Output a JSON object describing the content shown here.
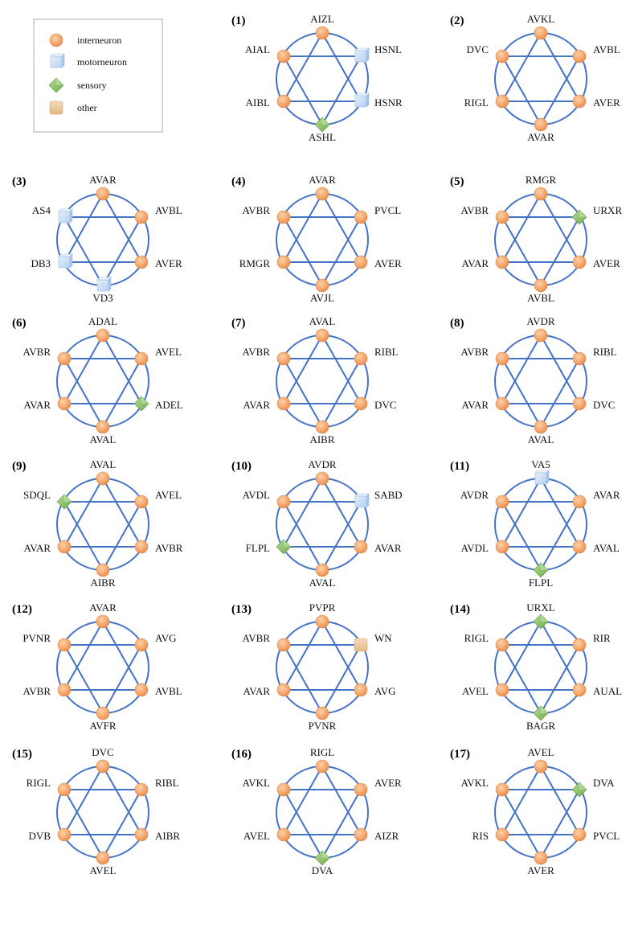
{
  "legend": [
    {
      "type": "interneuron",
      "label": "interneuron"
    },
    {
      "type": "motorneuron",
      "label": "motorneuron"
    },
    {
      "type": "sensory",
      "label": "sensory"
    },
    {
      "type": "other",
      "label": "other"
    }
  ],
  "colors": {
    "edge": "#4472C4",
    "legend_border": "#BBBBBB",
    "interneuron": "#F4A460",
    "motorneuron": "#BCD6F5",
    "sensory": "#8CC06A",
    "other": "#EDC9A0"
  },
  "panels": [
    {
      "number": "(1)",
      "nodes": [
        {
          "name": "AIZL",
          "type": "interneuron"
        },
        {
          "name": "HSNL",
          "type": "motorneuron"
        },
        {
          "name": "HSNR",
          "type": "motorneuron"
        },
        {
          "name": "ASHL",
          "type": "sensory"
        },
        {
          "name": "AIBL",
          "type": "interneuron"
        },
        {
          "name": "AIAL",
          "type": "interneuron"
        }
      ]
    },
    {
      "number": "(2)",
      "nodes": [
        {
          "name": "AVKL",
          "type": "interneuron"
        },
        {
          "name": "AVBL",
          "type": "interneuron"
        },
        {
          "name": "AVER",
          "type": "interneuron"
        },
        {
          "name": "AVAR",
          "type": "interneuron"
        },
        {
          "name": "RIGL",
          "type": "interneuron"
        },
        {
          "name": "DVC",
          "type": "interneuron"
        }
      ]
    },
    {
      "number": "(3)",
      "nodes": [
        {
          "name": "AVAR",
          "type": "interneuron"
        },
        {
          "name": "AVBL",
          "type": "interneuron"
        },
        {
          "name": "AVER",
          "type": "interneuron"
        },
        {
          "name": "VD3",
          "type": "motorneuron"
        },
        {
          "name": "DB3",
          "type": "motorneuron"
        },
        {
          "name": "AS4",
          "type": "motorneuron"
        }
      ]
    },
    {
      "number": "(4)",
      "nodes": [
        {
          "name": "AVAR",
          "type": "interneuron"
        },
        {
          "name": "PVCL",
          "type": "interneuron"
        },
        {
          "name": "AVER",
          "type": "interneuron"
        },
        {
          "name": "AVJL",
          "type": "interneuron"
        },
        {
          "name": "RMGR",
          "type": "interneuron"
        },
        {
          "name": "AVBR",
          "type": "interneuron"
        }
      ]
    },
    {
      "number": "(5)",
      "nodes": [
        {
          "name": "RMGR",
          "type": "interneuron"
        },
        {
          "name": "URXR",
          "type": "sensory"
        },
        {
          "name": "AVER",
          "type": "interneuron"
        },
        {
          "name": "AVBL",
          "type": "interneuron"
        },
        {
          "name": "AVAR",
          "type": "interneuron"
        },
        {
          "name": "AVBR",
          "type": "interneuron"
        }
      ]
    },
    {
      "number": "(6)",
      "nodes": [
        {
          "name": "ADAL",
          "type": "interneuron"
        },
        {
          "name": "AVEL",
          "type": "interneuron"
        },
        {
          "name": "ADEL",
          "type": "sensory"
        },
        {
          "name": "AVAL",
          "type": "interneuron"
        },
        {
          "name": "AVAR",
          "type": "interneuron"
        },
        {
          "name": "AVBR",
          "type": "interneuron"
        }
      ]
    },
    {
      "number": "(7)",
      "nodes": [
        {
          "name": "AVAL",
          "type": "interneuron"
        },
        {
          "name": "RIBL",
          "type": "interneuron"
        },
        {
          "name": "DVC",
          "type": "interneuron"
        },
        {
          "name": "AIBR",
          "type": "interneuron"
        },
        {
          "name": "AVAR",
          "type": "interneuron"
        },
        {
          "name": "AVBR",
          "type": "interneuron"
        }
      ]
    },
    {
      "number": "(8)",
      "nodes": [
        {
          "name": "AVDR",
          "type": "interneuron"
        },
        {
          "name": "RIBL",
          "type": "interneuron"
        },
        {
          "name": "DVC",
          "type": "interneuron"
        },
        {
          "name": "AVAL",
          "type": "interneuron"
        },
        {
          "name": "AVAR",
          "type": "interneuron"
        },
        {
          "name": "AVBR",
          "type": "interneuron"
        }
      ]
    },
    {
      "number": "(9)",
      "nodes": [
        {
          "name": "AVAL",
          "type": "interneuron"
        },
        {
          "name": "AVEL",
          "type": "interneuron"
        },
        {
          "name": "AVBR",
          "type": "interneuron"
        },
        {
          "name": "AIBR",
          "type": "interneuron"
        },
        {
          "name": "AVAR",
          "type": "interneuron"
        },
        {
          "name": "SDQL",
          "type": "sensory"
        }
      ]
    },
    {
      "number": "(10)",
      "nodes": [
        {
          "name": "AVDR",
          "type": "interneuron"
        },
        {
          "name": "SABD",
          "type": "motorneuron"
        },
        {
          "name": "AVAR",
          "type": "interneuron"
        },
        {
          "name": "AVAL",
          "type": "interneuron"
        },
        {
          "name": "FLPL",
          "type": "sensory"
        },
        {
          "name": "AVDL",
          "type": "interneuron"
        }
      ]
    },
    {
      "number": "(11)",
      "nodes": [
        {
          "name": "VA5",
          "type": "motorneuron"
        },
        {
          "name": "AVAR",
          "type": "interneuron"
        },
        {
          "name": "AVAL",
          "type": "interneuron"
        },
        {
          "name": "FLPL",
          "type": "sensory"
        },
        {
          "name": "AVDL",
          "type": "interneuron"
        },
        {
          "name": "AVDR",
          "type": "interneuron"
        }
      ]
    },
    {
      "number": "(12)",
      "nodes": [
        {
          "name": "AVAR",
          "type": "interneuron"
        },
        {
          "name": "AVG",
          "type": "interneuron"
        },
        {
          "name": "AVBL",
          "type": "interneuron"
        },
        {
          "name": "AVFR",
          "type": "interneuron"
        },
        {
          "name": "AVBR",
          "type": "interneuron"
        },
        {
          "name": "PVNR",
          "type": "interneuron"
        }
      ]
    },
    {
      "number": "(13)",
      "nodes": [
        {
          "name": "PVPR",
          "type": "interneuron"
        },
        {
          "name": "WN",
          "type": "other"
        },
        {
          "name": "AVG",
          "type": "interneuron"
        },
        {
          "name": "PVNR",
          "type": "interneuron"
        },
        {
          "name": "AVAR",
          "type": "interneuron"
        },
        {
          "name": "AVBR",
          "type": "interneuron"
        }
      ]
    },
    {
      "number": "(14)",
      "nodes": [
        {
          "name": "URXL",
          "type": "sensory"
        },
        {
          "name": "RIR",
          "type": "interneuron"
        },
        {
          "name": "AUAL",
          "type": "interneuron"
        },
        {
          "name": "BAGR",
          "type": "sensory"
        },
        {
          "name": "AVEL",
          "type": "interneuron"
        },
        {
          "name": "RIGL",
          "type": "interneuron"
        }
      ]
    },
    {
      "number": "(15)",
      "nodes": [
        {
          "name": "DVC",
          "type": "interneuron"
        },
        {
          "name": "RIBL",
          "type": "interneuron"
        },
        {
          "name": "AIBR",
          "type": "interneuron"
        },
        {
          "name": "AVEL",
          "type": "interneuron"
        },
        {
          "name": "DVB",
          "type": "interneuron"
        },
        {
          "name": "RIGL",
          "type": "interneuron"
        }
      ]
    },
    {
      "number": "(16)",
      "nodes": [
        {
          "name": "RIGL",
          "type": "interneuron"
        },
        {
          "name": "AVER",
          "type": "interneuron"
        },
        {
          "name": "AIZR",
          "type": "interneuron"
        },
        {
          "name": "DVA",
          "type": "sensory"
        },
        {
          "name": "AVEL",
          "type": "interneuron"
        },
        {
          "name": "AVKL",
          "type": "interneuron"
        }
      ]
    },
    {
      "number": "(17)",
      "nodes": [
        {
          "name": "AVEL",
          "type": "interneuron"
        },
        {
          "name": "DVA",
          "type": "sensory"
        },
        {
          "name": "PVCL",
          "type": "interneuron"
        },
        {
          "name": "AVER",
          "type": "interneuron"
        },
        {
          "name": "RIS",
          "type": "interneuron"
        },
        {
          "name": "AVKL",
          "type": "interneuron"
        }
      ]
    }
  ]
}
